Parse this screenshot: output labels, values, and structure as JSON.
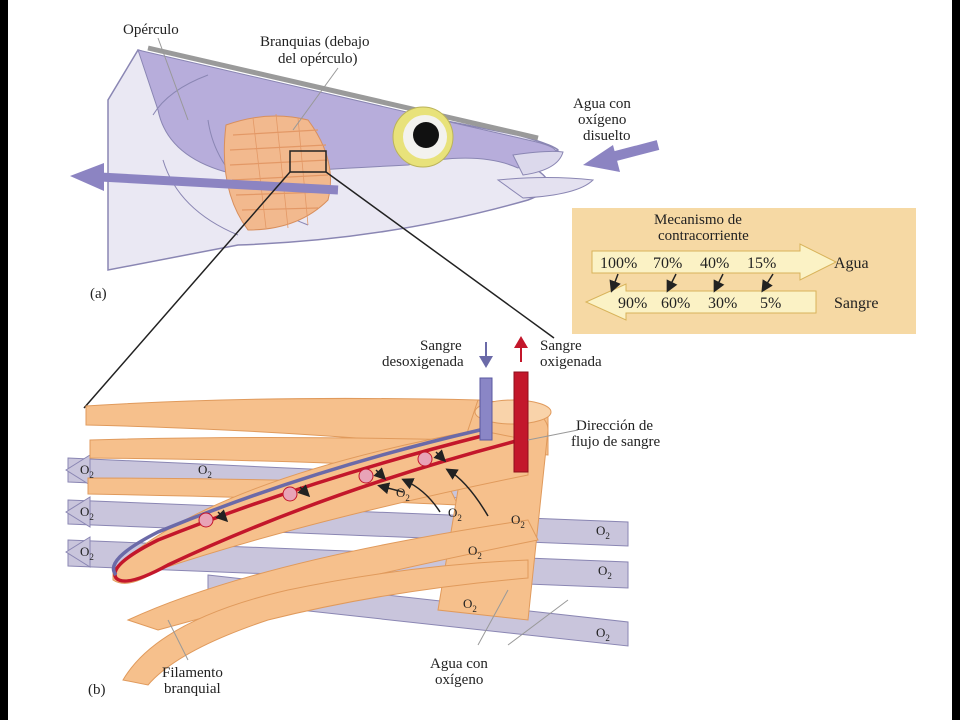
{
  "labels": {
    "operculo": "Opérculo",
    "branquias_1": "Branquias (debajo",
    "branquias_2": "del opérculo)",
    "agua_oxigeno_1": "Agua con",
    "agua_oxigeno_2": "oxígeno",
    "agua_oxigeno_3": "disuelto",
    "panel_a": "(a)",
    "panel_b": "(b)",
    "sangre_desox_1": "Sangre",
    "sangre_desox_2": "desoxigenada",
    "sangre_ox_1": "Sangre",
    "sangre_ox_2": "oxigenada",
    "direccion_1": "Dirección de",
    "direccion_2": "flujo de sangre",
    "filamento_1": "Filamento",
    "filamento_2": "branquial",
    "agua_con_1": "Agua con",
    "agua_con_2": "oxígeno",
    "o2": "O",
    "o2_sub": "2"
  },
  "countercurrent": {
    "title_1": "Mecanismo de",
    "title_2": "contracorriente",
    "water_label": "Agua",
    "blood_label": "Sangre",
    "water_values": [
      "100%",
      "70%",
      "40%",
      "15%"
    ],
    "blood_values": [
      "90%",
      "60%",
      "30%",
      "5%"
    ]
  },
  "colors": {
    "fish_purple": "#b7addb",
    "gill_orange": "#f2b98e",
    "filament": "#f6c08c",
    "water_channel": "#c9c5dc",
    "box_bg": "#f6d9a4",
    "blood_red": "#c3172b",
    "blood_blue": "#6b6aa8"
  }
}
